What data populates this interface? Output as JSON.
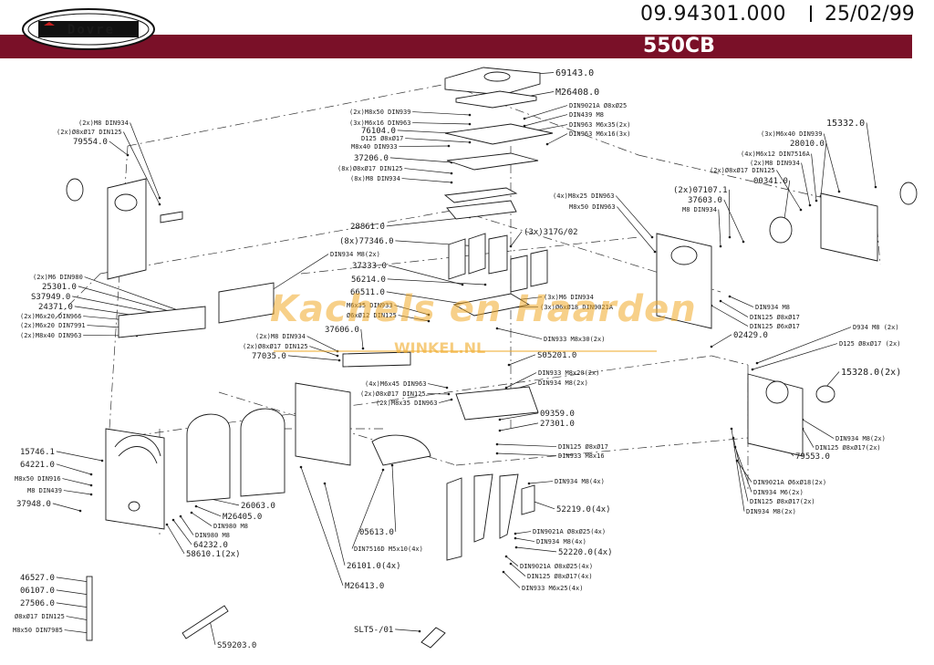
{
  "header": {
    "brand": "Dovre",
    "doc_number": "09.94301.000",
    "date": "25/02/99",
    "model": "550CB",
    "banner_color": "#7a1028"
  },
  "watermark": {
    "line1": "Kachels en Haarden",
    "line2": "WINKEL.NL",
    "color": "#f0aa28"
  },
  "labels": [
    "69143.0",
    "M26408.0",
    "(2x)M8x50 DIN939",
    "(3x)M6x16 DIN963",
    "76104.0",
    "D125 Ø8xØ17",
    "M8x40 DIN933",
    "37206.0",
    "(8x)Ø8xØ17 DIN125",
    "(8x)M8 DIN934",
    "DIN9021A Ø8xØ25",
    "DIN439 M8",
    "DIN963 M6x35(2x)",
    "DIN963 M6x16(3x)",
    "(2x)M8 DIN934",
    "(2x)Ø8xØ17 DIN125",
    "79554.0",
    "15332.0",
    "(3x)M6x40 DIN939",
    "28010.0",
    "(4x)M6x12 DIN7516A",
    "(2x)M8 DIN934",
    "(2x)Ø8xØ17 DIN125",
    "00341.0",
    "(2x)07107.1",
    "37603.0",
    "M8 DIN934",
    "(4x)M8x25 DIN963",
    "M8x50 DIN963",
    "28861.0",
    "(8x)77346.0",
    "(3x)317G/02",
    "DIN934 M8(2x)",
    "37333.0",
    "56214.0",
    "66511.0",
    "(3x)M6 DIN934",
    "(3x)Ø6xØ18 DIN9021A",
    "M6x35 DIN933",
    "Ø6xØ12 DIN125",
    "37606.0",
    "DIN933 M8x30(2x)",
    "(2x)M6 DIN980",
    "25301.0",
    "S37949.0",
    "24371.0",
    "(2x)M6x20 DIN966",
    "(2x)M6x20 DIN7991",
    "(2x)M8x40 DIN963",
    "(2x)M8 DIN934",
    "(2x)Ø8xØ17 DIN125",
    "77035.0",
    "S05201.0",
    "DIN934 M8",
    "DIN125 Ø8xØ17",
    "DIN125 Ø6xØ17",
    "02429.0",
    "D934 M8 (2x)",
    "D125 Ø8xØ17 (2x)",
    "15328.0(2x)",
    "(4x)M6x45 DIN963",
    "(2x)Ø8xØ17 DIN125",
    "(2x)M8x35 DIN963",
    "DIN933 M8x20(2x)",
    "DIN934 M8(2x)",
    "09359.0",
    "27301.0",
    "DIN125 Ø8xØ17",
    "DIN933 M8x16",
    "DIN934 M8(2x)",
    "DIN125 Ø8xØ17(2x)",
    "79553.0",
    "15746.1",
    "64221.0",
    "M8x50 DIN916",
    "M8 DIN439",
    "37948.0",
    "26063.0",
    "M26405.0",
    "DIN980 M8",
    "DIN980 M8",
    "64232.0",
    "58610.1(2x)",
    "05613.0",
    "DIN7516D M5x10(4x)",
    "26101.0(4x)",
    "M26413.0",
    "DIN934 M8(4x)",
    "52219.0(4x)",
    "DIN9021A Ø8xØ25(4x)",
    "DIN934 M8(4x)",
    "52220.0(4x)",
    "DIN9021A Ø8xØ25(4x)",
    "DIN125 Ø8xØ17(4x)",
    "DIN933 M6x25(4x)",
    "DIN9021A Ø6xØ18(2x)",
    "DIN934 M6(2x)",
    "DIN125 Ø8xØ17(2x)",
    "DIN934 M8(2x)",
    "46527.0",
    "06107.0",
    "27506.0",
    "Ø8xØ17 DIN125",
    "M8x50 DIN7985",
    "S59203.0",
    "SLT5-/01"
  ]
}
